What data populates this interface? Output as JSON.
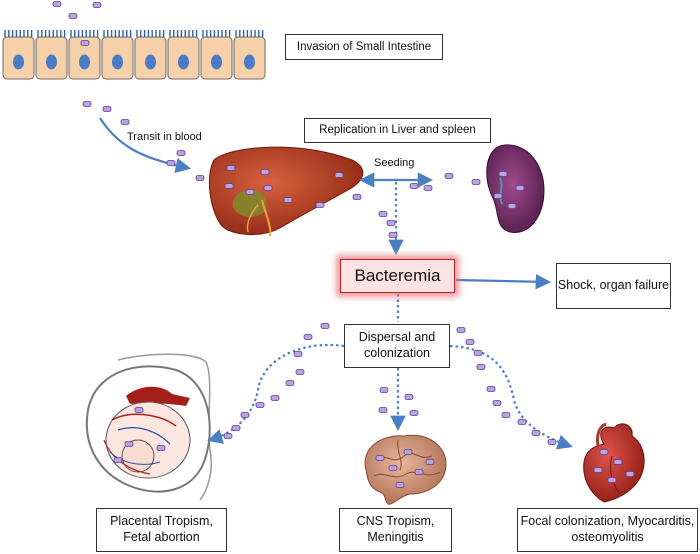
{
  "labels": {
    "invasion": "Invasion of Small Intestine",
    "transit": "Transit in blood",
    "replication": "Replication in Liver and spleen",
    "seeding": "Seeding",
    "bacteremia": "Bacteremia",
    "shock": "Shock, organ failure",
    "dispersal": "Dispersal and colonization",
    "placental": "Placental Tropism, Fetal abortion",
    "cns": "CNS Tropism, Meningitis",
    "focal": "Focal colonization, Myocarditis, osteomyolitis"
  },
  "colors": {
    "arrow": "#4a7fc1",
    "bacterium_fill": "#b9a4dc",
    "bacterium_stroke": "#5b3d94",
    "cell_fill": "#f5d0a9",
    "nucleus": "#4b7bc4",
    "cilia": "#2f5fa8",
    "liver": "#a8351f",
    "spleen": "#6a2860",
    "brain": "#c6876a",
    "heart": "#b3261e",
    "bacteremia_glow": "#e77d8b"
  },
  "icons": [
    "intestine-cells",
    "liver-illustration",
    "spleen-illustration",
    "pregnancy-illustration",
    "brain-illustration",
    "heart-illustration",
    "bacterium-icon"
  ]
}
